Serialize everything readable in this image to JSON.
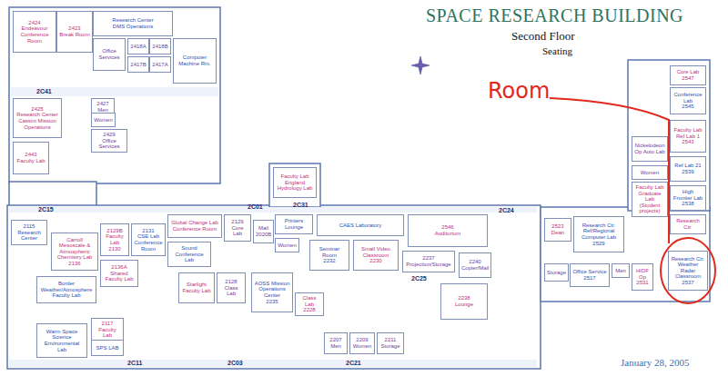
{
  "diagram": {
    "title": "SPACE RESEARCH BUILDING",
    "nodes": [
      {
        "text": [
          "2424",
          "Endeavour Conference Room"
        ]
      },
      {
        "text": [
          "2423",
          "Break Room"
        ]
      },
      {
        "text": [
          "Research Center",
          "DMS Operations"
        ]
      },
      {
        "text": [
          "Office Services"
        ]
      },
      {
        "text": [
          "2418A"
        ]
      },
      {
        "text": [
          "2418B"
        ]
      },
      {
        "text": [
          "2417B"
        ]
      },
      {
        "text": [
          "2417A"
        ]
      },
      {
        "text": [
          "Computer Machine Rm."
        ]
      },
      {
        "text": [
          "2425",
          "Research Center",
          "Cassini Mission Operations"
        ]
      },
      {
        "text": [
          "2427",
          "Men"
        ]
      },
      {
        "text": [
          "Women"
        ]
      },
      {
        "text": [
          "2429",
          "Office Services"
        ]
      },
      {
        "text": [
          "2443",
          "Faculty Lab"
        ]
      },
      {
        "text": [
          "2115",
          "Research Center"
        ]
      },
      {
        "text": [
          "Carroll Mesoscale & Atmospheric Chemistry Lab",
          "2136"
        ]
      },
      {
        "text": [
          "2129B",
          "Faculty Lab",
          "2130"
        ]
      },
      {
        "text": [
          "2131",
          "CSE Lab",
          "Conference Room"
        ]
      },
      {
        "text": [
          "Global Change Lab",
          "Conference Room"
        ]
      },
      {
        "text": [
          "2129",
          "Core Lab"
        ]
      },
      {
        "text": [
          "Sound Conference Lab"
        ]
      },
      {
        "text": [
          "2136A",
          "Shared Faculty Lab"
        ]
      },
      {
        "text": [
          "Border Weather/Atmosphere Faculty Lab"
        ]
      },
      {
        "text": [
          "Starlight",
          "Faculty Lab"
        ]
      },
      {
        "text": [
          "2128",
          "Class Lab"
        ]
      },
      {
        "text": [
          "Mail",
          "2020B"
        ]
      },
      {
        "text": [
          "Women"
        ]
      },
      {
        "text": [
          "Printers Lounge"
        ]
      },
      {
        "text": [
          "Faculty Lab",
          "England Hydrology Lab"
        ]
      },
      {
        "text": [
          "CAES Laboratory"
        ]
      },
      {
        "text": [
          "2546",
          "Auditorium"
        ]
      },
      {
        "text": [
          "Seminar Room",
          "2232"
        ]
      },
      {
        "text": [
          "Small Video Classroom",
          "2230"
        ]
      },
      {
        "text": [
          "2237",
          "Projection/Storage"
        ]
      },
      {
        "text": [
          "2240",
          "Copier/Mail"
        ]
      },
      {
        "text": [
          "AOSS Mission Operations Center",
          "2235"
        ]
      },
      {
        "text": [
          "Class Lab",
          "2228"
        ]
      },
      {
        "text": [
          "2238",
          "Lounge"
        ]
      },
      {
        "text": [
          "Warm Space Science Environmental Lab"
        ]
      },
      {
        "text": [
          "2117",
          "Faculty Lab"
        ]
      },
      {
        "text": [
          "SPS LAB"
        ]
      },
      {
        "text": [
          "2207",
          "Men"
        ]
      },
      {
        "text": [
          "2209",
          "Women"
        ]
      },
      {
        "text": [
          "2211",
          "Storage"
        ]
      },
      {
        "text": [
          "2523",
          "Dean"
        ]
      },
      {
        "text": [
          "Research Ctr.",
          "Ref/Regional Computer Lab",
          "2529"
        ]
      },
      {
        "text": [
          "Men"
        ]
      },
      {
        "text": [
          "Storage"
        ]
      },
      {
        "text": [
          "Office Service",
          "2517"
        ]
      },
      {
        "text": [
          "HIDF Op",
          "2531"
        ]
      },
      {
        "text": [
          "Research Ctr.",
          "Weather Radar Classroom",
          "2537"
        ]
      },
      {
        "text": [
          "Core Lab",
          "2547"
        ]
      },
      {
        "text": [
          "Conference Lab",
          "2545"
        ]
      },
      {
        "text": [
          "Nickelodeon Op Auto Lab"
        ]
      },
      {
        "text": [
          "Faculty Lab",
          "Ref Lab 1",
          "2543"
        ]
      },
      {
        "text": [
          "Ref Lab 21",
          "2539"
        ]
      },
      {
        "text": [
          "Women"
        ]
      },
      {
        "text": [
          "Faculty Lab",
          "Graduate Lab (Student projects)"
        ]
      },
      {
        "text": [
          "High Frontier Lab",
          "2538"
        ]
      },
      {
        "text": [
          "Research Ctr."
        ]
      }
    ],
    "labels": [
      "Second Floor",
      "Seating",
      "January 28, 2005",
      "Room",
      "2C41",
      "2C15",
      "2C01",
      "2C31",
      "2C24",
      "2C25",
      "2C11",
      "2C03",
      "2C21"
    ]
  }
}
